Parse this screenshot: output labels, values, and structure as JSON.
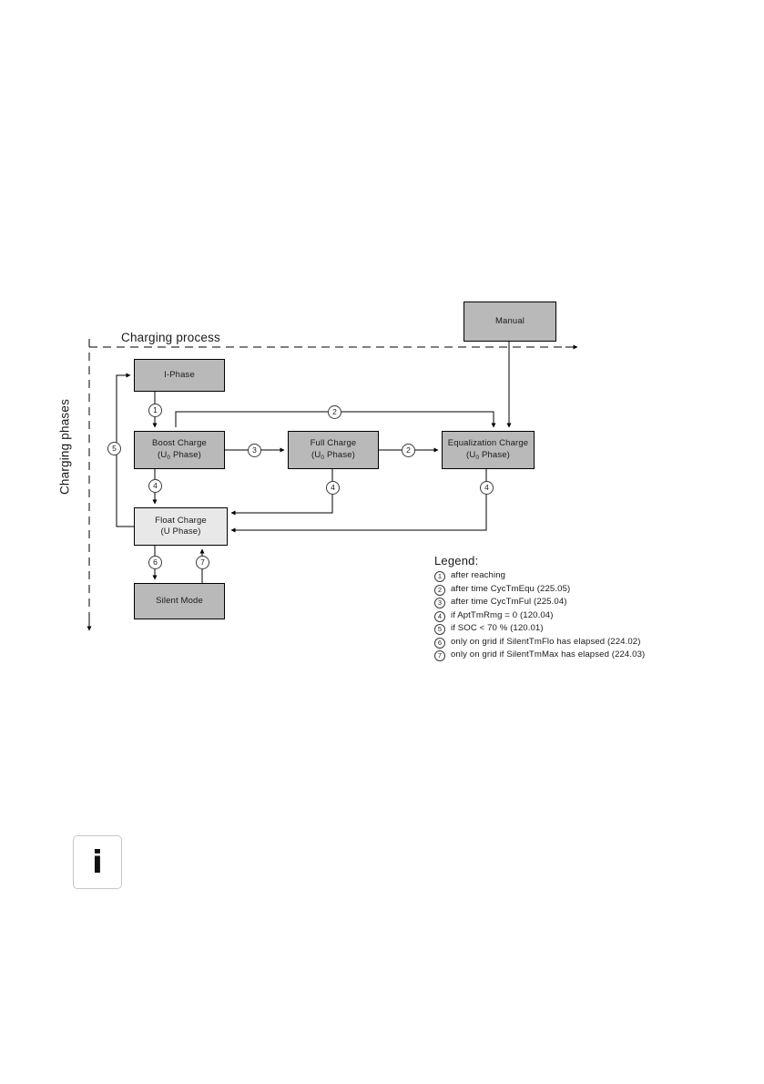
{
  "diagram": {
    "axis_labels": {
      "horizontal": "Charging process",
      "vertical": "Charging phases"
    },
    "nodes": [
      {
        "id": "manual",
        "label": "Manual",
        "sub_label": "",
        "fill": "#b9b9b9"
      },
      {
        "id": "i_phase",
        "label": "I-Phase",
        "sub_label": "",
        "fill": "#b9b9b9"
      },
      {
        "id": "boost",
        "label": "Boost Charge",
        "sub_label": "(U  Phase)",
        "subscript": "0",
        "fill": "#b9b9b9"
      },
      {
        "id": "full",
        "label": "Full Charge",
        "sub_label": "(U  Phase)",
        "subscript": "0",
        "fill": "#b9b9b9"
      },
      {
        "id": "equal",
        "label": "Equalization Charge",
        "sub_label": "(U  Phase)",
        "subscript": "0",
        "fill": "#b9b9b9"
      },
      {
        "id": "float",
        "label": "Float Charge",
        "sub_label": "(U Phase)",
        "fill": "#e8e8e8"
      },
      {
        "id": "silent",
        "label": "Silent Mode",
        "sub_label": "",
        "fill": "#b9b9b9"
      }
    ],
    "connector_badges": [
      {
        "id": "c1",
        "number": "1"
      },
      {
        "id": "c2-top",
        "number": "2"
      },
      {
        "id": "c3",
        "number": "3"
      },
      {
        "id": "c2-right",
        "number": "2"
      },
      {
        "id": "c4-boost",
        "number": "4"
      },
      {
        "id": "c4-full",
        "number": "4"
      },
      {
        "id": "c4-equal",
        "number": "4"
      },
      {
        "id": "c5",
        "number": "5"
      },
      {
        "id": "c6",
        "number": "6"
      },
      {
        "id": "c7",
        "number": "7"
      }
    ]
  },
  "legend": {
    "title": "Legend:",
    "entries": [
      {
        "number": "1",
        "text": "after reaching"
      },
      {
        "number": "2",
        "text": "after time CycTmEqu (225.05)"
      },
      {
        "number": "3",
        "text": "after time CycTmFul (225.04)"
      },
      {
        "number": "4",
        "text": "if AptTmRmg = 0 (120.04)"
      },
      {
        "number": "5",
        "text": "if SOC < 70 % (120.01)"
      },
      {
        "number": "6",
        "text": "only on grid if SilentTmFlo has elapsed (224.02)"
      },
      {
        "number": "7",
        "text": "only on grid if SilentTmMax has elapsed (224.03)"
      }
    ]
  },
  "info_note": {
    "icon": "info-icon",
    "glyph": "i"
  },
  "colors": {
    "node_fill_dark": "#b9b9b9",
    "node_fill_light": "#e8e8e8",
    "stroke": "#000000",
    "text": "#1a1a1a"
  }
}
